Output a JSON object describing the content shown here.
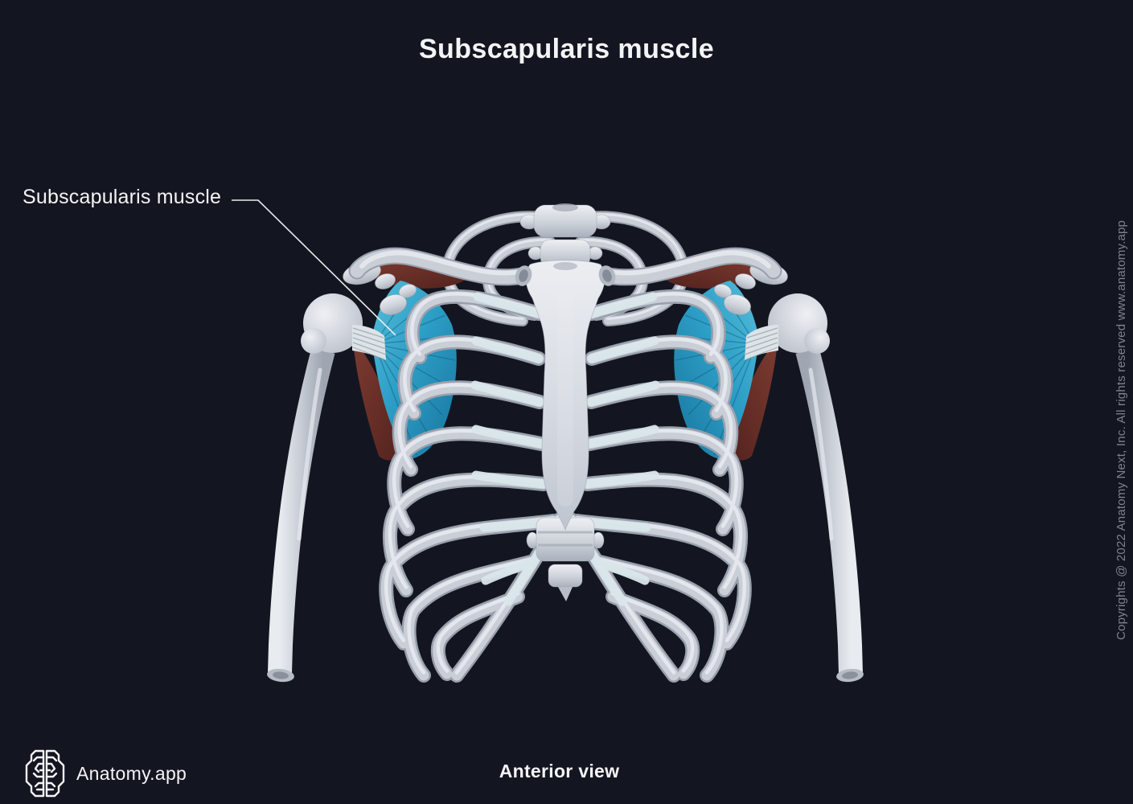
{
  "title": "Subscapularis muscle",
  "annotation": {
    "label": "Subscapularis muscle"
  },
  "caption": "Anterior view",
  "branding": {
    "app_name": "Anatomy.app"
  },
  "copyright": "Copyrights @ 2022 Anatomy Next, Inc. All rights reserved www.anatomy.app",
  "figure": {
    "type": "3d-anatomy-render",
    "highlighted_structure": "Subscapularis muscle",
    "view": "Anterior view"
  },
  "icons": {
    "logo": "brain-outline-icon"
  },
  "colors": {
    "background": "#131620",
    "text_primary": "#f3f4f6",
    "text_muted": "#7e838c",
    "highlight_muscle": "#2d9ec6",
    "highlight_muscle_dark": "#17759d",
    "highlight_muscle_light": "#56bedb",
    "muscle_red": "#6d3029",
    "muscle_red_dark": "#53221e",
    "bone": "#c9ced7",
    "bone_dark": "#99a0ac",
    "bone_light": "#e7eaef",
    "cartilage": "#d9e6ea",
    "leader_line": "#e9ebee"
  }
}
